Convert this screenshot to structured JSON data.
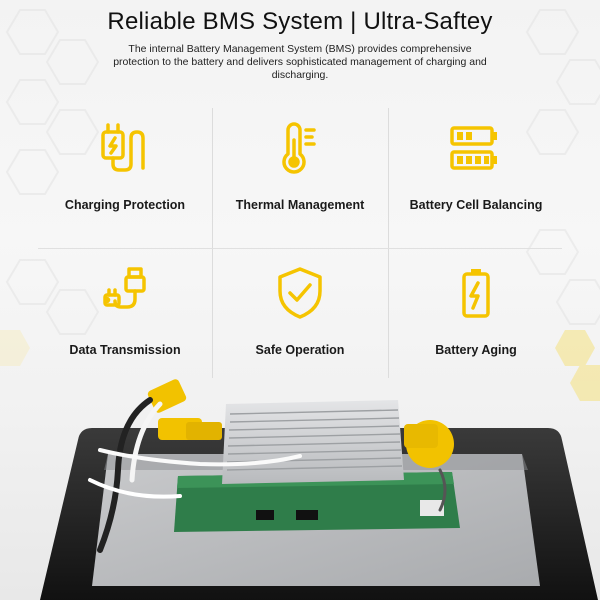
{
  "header": {
    "title": "Reliable BMS System | Ultra-Saftey",
    "description": "The internal Battery Management System (BMS) provides comprehensive protection to the battery and delivers sophisticated management of charging and discharging."
  },
  "features": [
    {
      "label": "Charging Protection",
      "icon": "charging-plug-icon"
    },
    {
      "label": "Thermal Management",
      "icon": "thermometer-icon"
    },
    {
      "label": "Battery Cell Balancing",
      "icon": "battery-levels-icon"
    },
    {
      "label": "Data Transmission",
      "icon": "usb-cable-icon"
    },
    {
      "label": "Safe Operation",
      "icon": "shield-check-icon"
    },
    {
      "label": "Battery Aging",
      "icon": "battery-bolt-icon"
    }
  ],
  "colors": {
    "accent": "#f5c400",
    "title_text": "#111111",
    "label_text": "#1a1a1a"
  }
}
